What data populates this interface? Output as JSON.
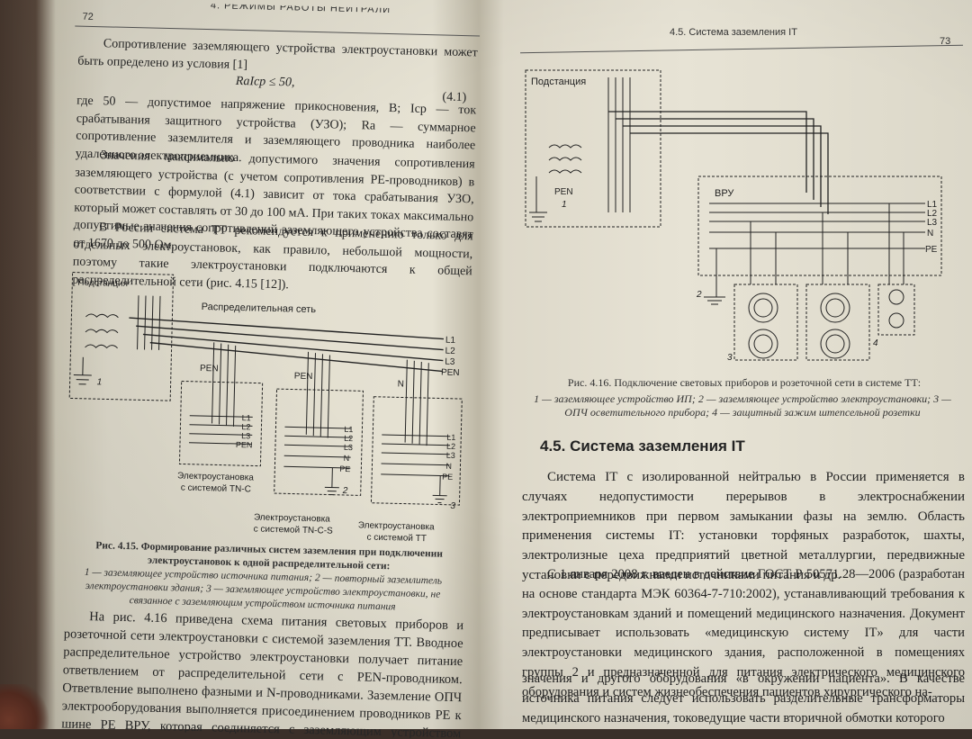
{
  "left_page": {
    "header_number": "72",
    "header_title": "4. РЕЖИМЫ РАБОТЫ НЕЙТРАЛИ",
    "para1": "Сопротивление заземляющего устройства электроустановки может быть определено из условия [1]",
    "formula": "RаIср ≤ 50,",
    "formula_no": "(4.1)",
    "para2": "где 50 — допустимое напряжение прикосновения, В; Iср — ток срабатывания защитного устройства (УЗО); Rа — суммарное сопротивление заземлителя и заземляющего проводника наиболее удаленного электроприемника.",
    "para3": "Значения максимально допустимого значения сопротивления заземляющего устройства (с учетом сопротивления PE-проводников) в соответствии с формулой (4.1) зависит от тока срабатывания УЗО, который может составлять от 30 до 100 мА. При таких токах максимально допустимые значения сопротивлений заземляющего устройства составят от 1670 до 500 Ом.",
    "para4": "В России система ТТ рекомендуется к применению только для отдельных электроустановок, как правило, небольшой мощности, поэтому такие электроустановки подключаются к общей распределительной сети (рис. 4.15 [12]).",
    "fig_labels": {
      "substation": "Подстанция",
      "network": "Распределительная сеть",
      "l1": "L1",
      "l2": "L2",
      "l3": "L3",
      "pen": "PEN",
      "n": "N",
      "pe": "PE",
      "n1": "1",
      "n2": "2",
      "n3": "3",
      "inst_tnc_1": "Электроустановка",
      "inst_tnc_2": "с системой TN-C",
      "inst_tncs_1": "Электроустановка",
      "inst_tncs_2": "с системой TN-C-S",
      "inst_tt_1": "Электроустановка",
      "inst_tt_2": "с системой ТТ"
    },
    "fig_caption_title": "Рис. 4.15. Формирование различных систем заземления при подключении электроустановок к одной распределительной сети:",
    "fig_caption_body": "1 — заземляющее устройство источника питания; 2 — повторный заземлитель электроустановки здания; 3 — заземляющее устройство электроустановки, не связанное с заземляющим устройством источника питания",
    "para5": "На рис. 4.16 приведена схема питания световых приборов и розеточной сети электроустановки с системой заземления ТТ. Вводное распределительное устройство электроустановки получает питание ответвлением от распределительной сети с PEN-проводником. Ответвление выполнено фазными и N-проводниками. Заземление ОПЧ электрооборудования выполняется присоединением проводников PE к шине PE ВРУ, которая соединяется с заземляющим устройством электроустановки."
  },
  "right_page": {
    "header_title": "4.5. Система заземления IT",
    "header_number": "73",
    "fig_labels": {
      "substation": "Подстанция",
      "pen": "PEN",
      "vru": "ВРУ",
      "l1": "L1",
      "l2": "L2",
      "l3": "L3",
      "n": "N",
      "pe": "PE",
      "n1": "1",
      "n2": "2",
      "n3": "3",
      "n4": "4"
    },
    "fig_caption_title": "Рис. 4.16. Подключение световых приборов и розеточной сети в системе ТТ:",
    "fig_caption_body": "1 — заземляющее устройство ИП; 2 — заземляющее устройство электроустановки; 3 — ОПЧ осветительного прибора; 4 — защитный зажим штепсельной розетки",
    "section_title": "4.5. Система заземления IT",
    "para1": "Система IT с изолированной нейтралью в России применяется в случаях недопустимости перерывов в электроснабжении электроприемников при первом замыкании фазы на землю. Область применения системы IT: установки торфяных разработок, шахты, электролизные цеха предприятий цветной металлургии, передвижные установки с передвижными источниками питания и др.",
    "para2": "С 1 января 2008 г. введен в действие ГОСТ Р 50571.28—2006 (разработан на основе стандарта МЭК 60364-7-710:2002), устанавливающий требования к электроустановкам зданий и помещений медицинского назначения. Документ предписывает использовать «медицинскую систему IT» для части электроустановки медицинского здания, расположенной в помещениях группы 2 и предназначенной для питания электрического медицинского оборудования и систем жизнеобеспечения пациентов хирургического на-",
    "para3": "значения и другого оборудования «в окружении пациента». В качестве источника питания следует использовать разделительные трансформаторы медицинского назначения, токоведущие части вторичной обмотки которого"
  }
}
